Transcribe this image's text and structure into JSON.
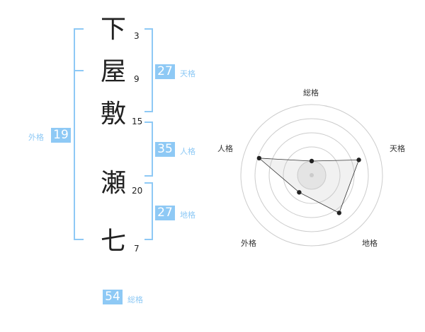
{
  "name": {
    "chars": [
      {
        "char": "下",
        "strokes": "3"
      },
      {
        "char": "屋",
        "strokes": "9"
      },
      {
        "char": "敷",
        "strokes": "15"
      },
      {
        "char": "瀬",
        "strokes": "20"
      },
      {
        "char": "七",
        "strokes": "7"
      }
    ]
  },
  "fortunes": {
    "tenkaku": {
      "value": "27",
      "label": "天格"
    },
    "jinkaku": {
      "value": "35",
      "label": "人格"
    },
    "chikaku": {
      "value": "27",
      "label": "地格"
    },
    "gaikaku": {
      "value": "19",
      "label": "外格"
    },
    "soukaku": {
      "value": "54",
      "label": "総格"
    }
  },
  "radar": {
    "labels": {
      "top": "総格",
      "right": "天格",
      "left": "人格",
      "bottom_left": "外格",
      "bottom_right": "地格"
    }
  },
  "chart_data": {
    "type": "radar",
    "axes": [
      "総格",
      "天格",
      "地格",
      "外格",
      "人格"
    ],
    "values": [
      1,
      3.5,
      3.3,
      1.5,
      3.9
    ],
    "range": [
      0,
      5
    ]
  }
}
